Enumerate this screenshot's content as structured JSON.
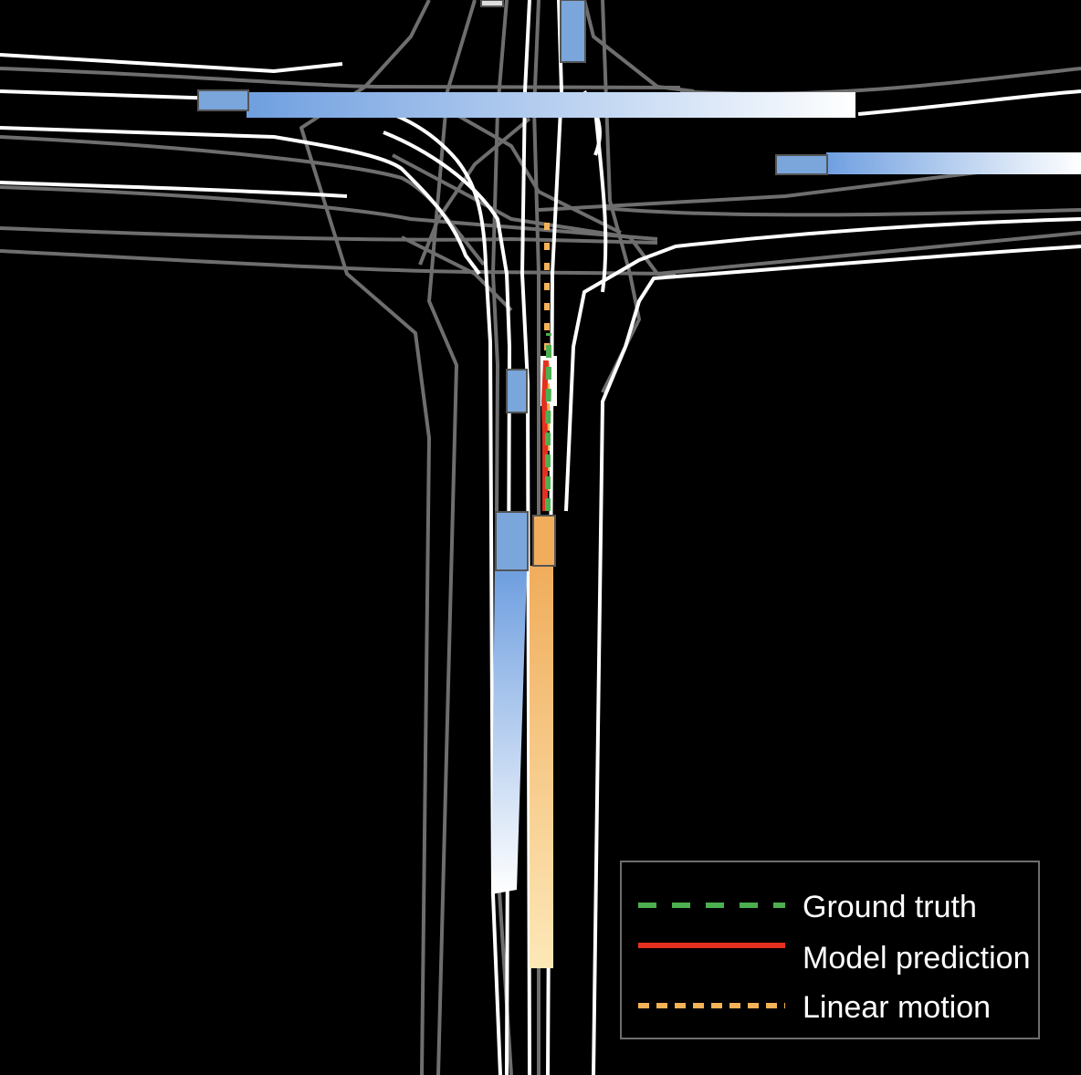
{
  "legend": {
    "items": [
      {
        "label": "Ground truth",
        "color": "#4caf50",
        "style": "dashed"
      },
      {
        "label": "Model prediction",
        "color": "#e53020",
        "style": "solid"
      },
      {
        "label": "Linear motion",
        "color": "#f5b257",
        "style": "dotted"
      }
    ]
  },
  "colors": {
    "background": "#000000",
    "lane_boundary": "#ffffff",
    "lane_centerline": "#6e6e6e",
    "other_agent": "#7aa6dc",
    "ego_agent": "#f0ad5c"
  }
}
